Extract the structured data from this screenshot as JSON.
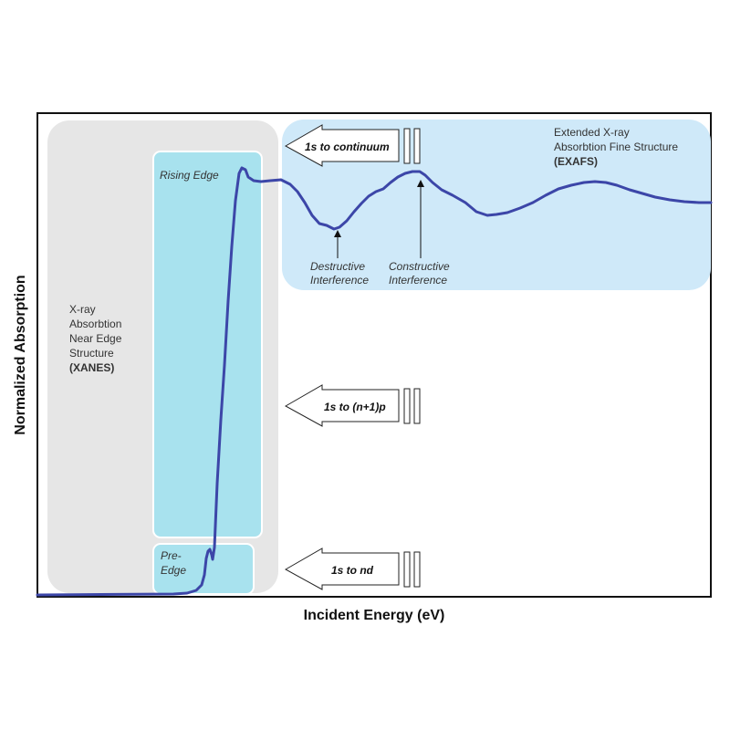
{
  "axes": {
    "x_label": "Incident Energy (eV)",
    "y_label": "Normalized Absorption"
  },
  "regions": {
    "xanes": {
      "lines": [
        "X-ray",
        "Absorbtion",
        "Near Edge",
        "Structure"
      ],
      "abbr": "(XANES)"
    },
    "rising_edge": {
      "label": "Rising Edge"
    },
    "pre_edge": {
      "lines": [
        "Pre-",
        "Edge"
      ]
    },
    "exafs": {
      "lines": [
        "Extended X-ray",
        "Absorbtion Fine Structure"
      ],
      "abbr": "(EXAFS)"
    }
  },
  "annotations": {
    "destructive": [
      "Destructive",
      "Interference"
    ],
    "constructive": [
      "Constructive",
      "Interference"
    ]
  },
  "transitions": [
    {
      "label": "1s to continuum"
    },
    {
      "label": "1s to (n+1)p"
    },
    {
      "label": "1s to nd"
    }
  ],
  "colors": {
    "curve": "#3c46a8",
    "xanes_fill": "#e6e6e6",
    "edge_fill": "#a8e2ee",
    "exafs_fill": "#cfe9f9",
    "frame": "#111111"
  }
}
